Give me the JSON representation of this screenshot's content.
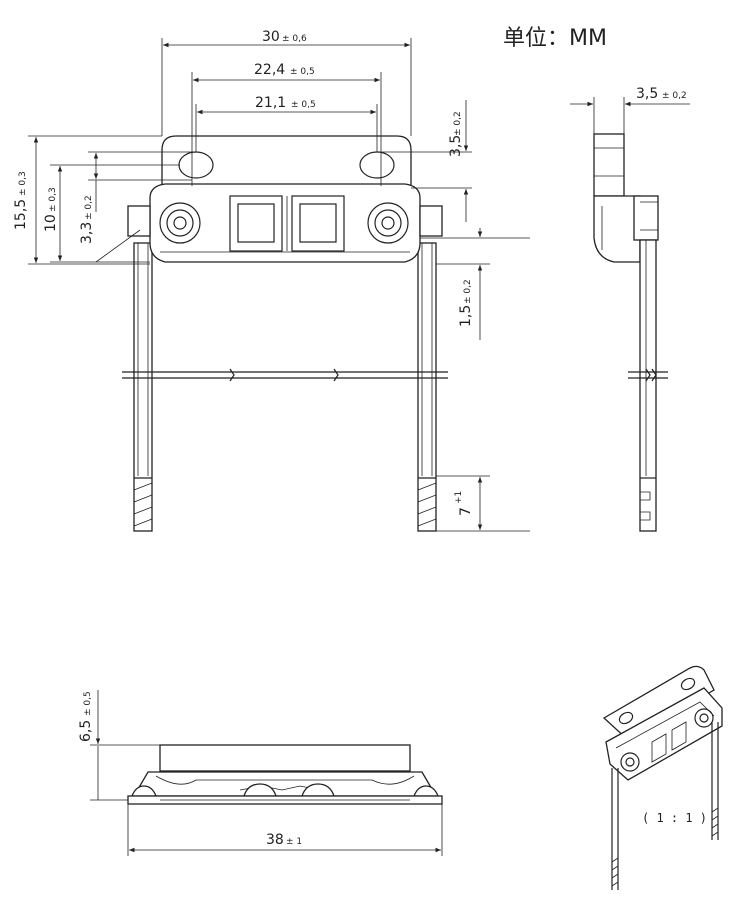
{
  "unit_label": "单位：MM",
  "scale_label": "( 1 : 1 )",
  "dimensions": {
    "width_overall": {
      "main": "30",
      "tol": "± 0,6"
    },
    "width_mid": {
      "main": "22,4",
      "tol": "± 0,5"
    },
    "width_holes": {
      "main": "21,1",
      "tol": "± 0,5"
    },
    "side_thickness": {
      "main": "3,5",
      "tol": "± 0,2"
    },
    "height_overall": {
      "main": "15,5",
      "tol": "± 0,3"
    },
    "height_mid": {
      "main": "10",
      "tol": "± 0,3"
    },
    "height_pin": {
      "main": "3,3",
      "tol": "± 0,2"
    },
    "tab_height": {
      "main": "3,5",
      "tol": "± 0,2"
    },
    "lead_offset": {
      "main": "1,5",
      "tol": "± 0,2"
    },
    "strip_length": {
      "main": "7",
      "tol": "+1"
    },
    "bottom_height": {
      "main": "6,5",
      "tol": "± 0,5"
    },
    "bottom_width": {
      "main": "38",
      "tol": "± 1"
    }
  }
}
